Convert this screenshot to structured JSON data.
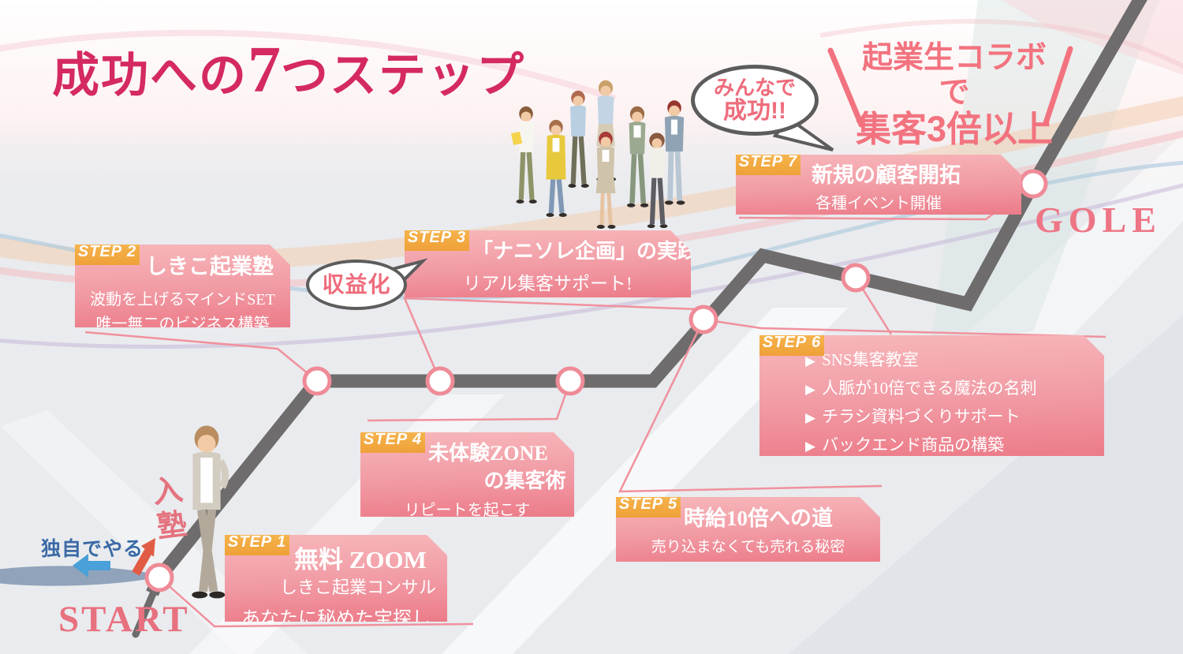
{
  "title": {
    "pre": "成功への",
    "num": "7",
    "post": "つステップ"
  },
  "catchphrase": {
    "line1": "起業生コラボで",
    "line2": "集客3倍以上"
  },
  "speech_bubbles": {
    "success": {
      "line1": "みんなで",
      "line2": "成功!!"
    },
    "monetize": {
      "label": "収益化"
    }
  },
  "path_labels": {
    "start": "START",
    "goal": "GOLE",
    "enter_school": "入塾",
    "do_it_alone": "独自でやる"
  },
  "steps": [
    {
      "tag": "STEP 1",
      "title": "無料 ZOOM",
      "subtitle": "しきこ起業コンサル",
      "line": "あなたに秘めた宝探し"
    },
    {
      "tag": "STEP 2",
      "title": "しきこ起業塾",
      "line1": "波動を上げるマインドSET",
      "line2": "唯一無二のビジネス構築"
    },
    {
      "tag": "STEP 3",
      "title": "「ナニソレ企画」の実践",
      "line": "リアル集客サポート!"
    },
    {
      "tag": "STEP 4",
      "title1": "未体験ZONE",
      "title2": "の集客術",
      "line": "リピートを起こす"
    },
    {
      "tag": "STEP 5",
      "title": "時給10倍への道",
      "line": "売り込まなくても売れる秘密"
    },
    {
      "tag": "STEP 6",
      "bullet": "▶",
      "items": [
        "SNS集客教室",
        "人脈が10倍できる魔法の名刺",
        "チラシ資料づくりサポート",
        "バックエンド商品の構築"
      ]
    },
    {
      "tag": "STEP 7",
      "title": "新規の顧客開拓",
      "line": "各種イベント開催"
    }
  ],
  "colors": {
    "title_pink": "#d42a60",
    "accent_pink": "#ec7b88",
    "catch_pink": "#f2737f",
    "tab_orange": "#f0a63d",
    "path_gray": "#6e6c6c",
    "arrow_blue": "#4aa0d8",
    "arrow_red": "#e25c45",
    "label_navy": "#3a6aa6"
  }
}
